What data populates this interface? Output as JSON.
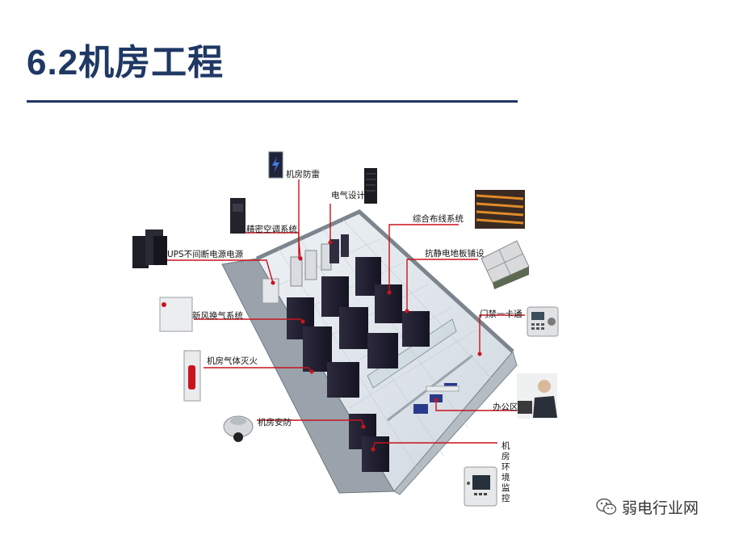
{
  "slide": {
    "title": "6.2机房工程"
  },
  "diagram": {
    "labels": {
      "lightning": "机房防雷",
      "electrical": "电气设计",
      "precision_ac": "精密空调系统",
      "ups": "UPS不间断电源电源",
      "cabling": "综合布线系统",
      "antistatic_floor": "抗静电地板铺设",
      "access_control": "门禁一卡通",
      "fresh_air": "新风换气系统",
      "gas_fire": "机房气体灭火",
      "security": "机房安防",
      "office": "办公区",
      "env_monitor": "机房环境监控"
    },
    "leader_color": "#c8141e"
  },
  "watermark": {
    "text": "弱电行业网",
    "icon": "wechat-icon"
  }
}
